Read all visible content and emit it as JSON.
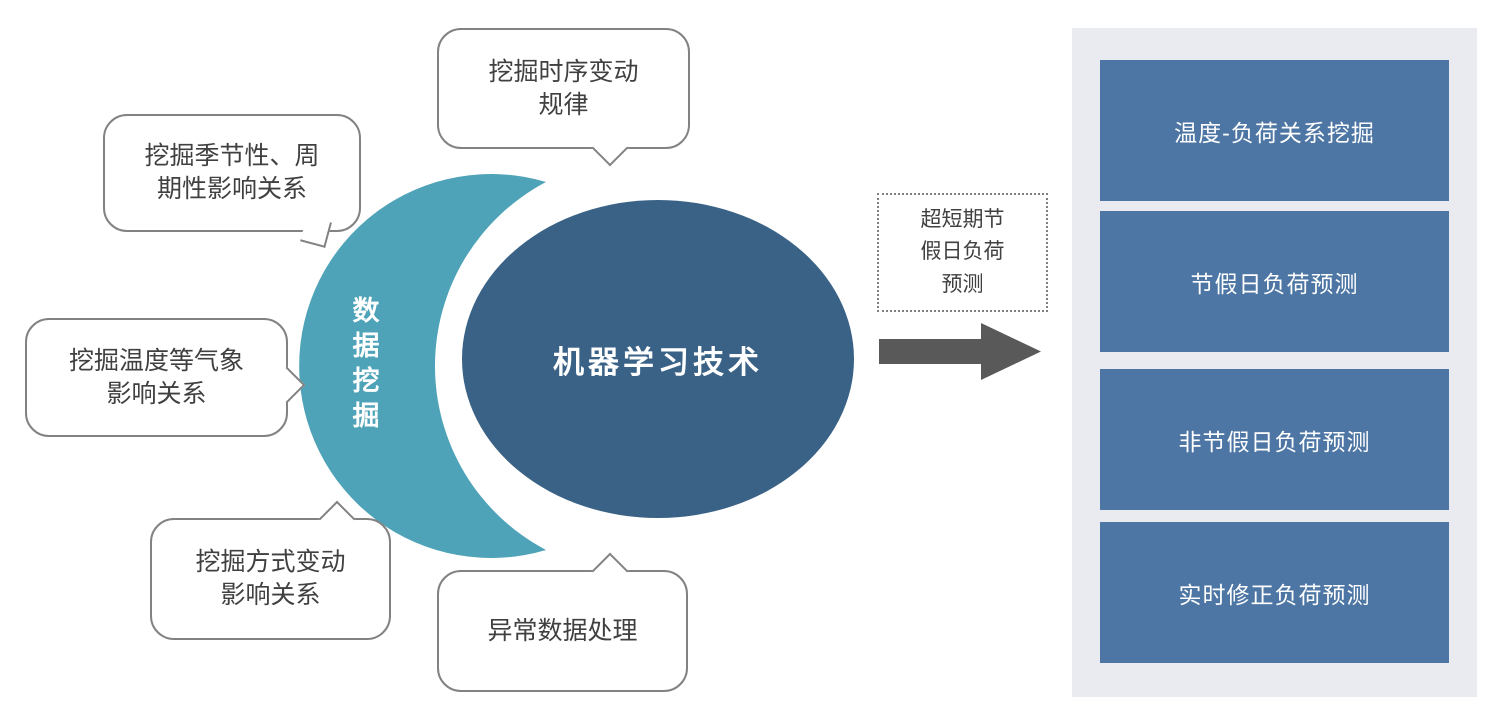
{
  "colors": {
    "crescent": "#4FA3B8",
    "center_ellipse": "#3A6286",
    "output_box": "#4D76A4",
    "panel_bg": "#E9EBF1",
    "bubble_border": "#828282",
    "text_dark": "#404040",
    "arrow": "#595959"
  },
  "crescent": {
    "label": "数据挖掘"
  },
  "center": {
    "label": "机器学习技术"
  },
  "bubbles": {
    "top": {
      "lines": [
        "挖掘时序变动",
        "规律"
      ]
    },
    "upper_left": {
      "lines": [
        "挖掘季节性、周",
        "期性影响关系"
      ]
    },
    "left": {
      "lines": [
        "挖掘温度等气象",
        "影响关系"
      ]
    },
    "bottom_left": {
      "lines": [
        "挖掘方式变动",
        "影响关系"
      ]
    },
    "bottom": {
      "lines": [
        "异常数据处理"
      ]
    }
  },
  "arrow_label": {
    "lines": [
      "超短期节",
      "假日负荷",
      "预测"
    ]
  },
  "outputs": [
    {
      "label": "温度-负荷关系挖掘"
    },
    {
      "label": "节假日负荷预测"
    },
    {
      "label": "非节假日负荷预测"
    },
    {
      "label": "实时修正负荷预测"
    }
  ]
}
